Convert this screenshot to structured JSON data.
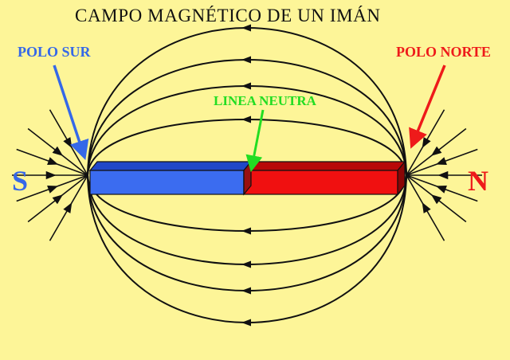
{
  "title": "CAMPO MAGNÉTICO DE UN IMÁN",
  "labels": {
    "south_pole": "POLO SUR",
    "north_pole": "POLO NORTE",
    "neutral_line": "LINEA NEUTRA",
    "south_letter": "S",
    "north_letter": "N"
  },
  "colors": {
    "background": "#FDF598",
    "south": "#3B6CF0",
    "south_dark": "#2047C8",
    "north": "#F01010",
    "north_dark": "#B80808",
    "neutral": "#22DD22",
    "field_line": "#111111",
    "south_text": "#3568E8",
    "north_text": "#EE1A1A",
    "neutral_text": "#22DD22"
  }
}
